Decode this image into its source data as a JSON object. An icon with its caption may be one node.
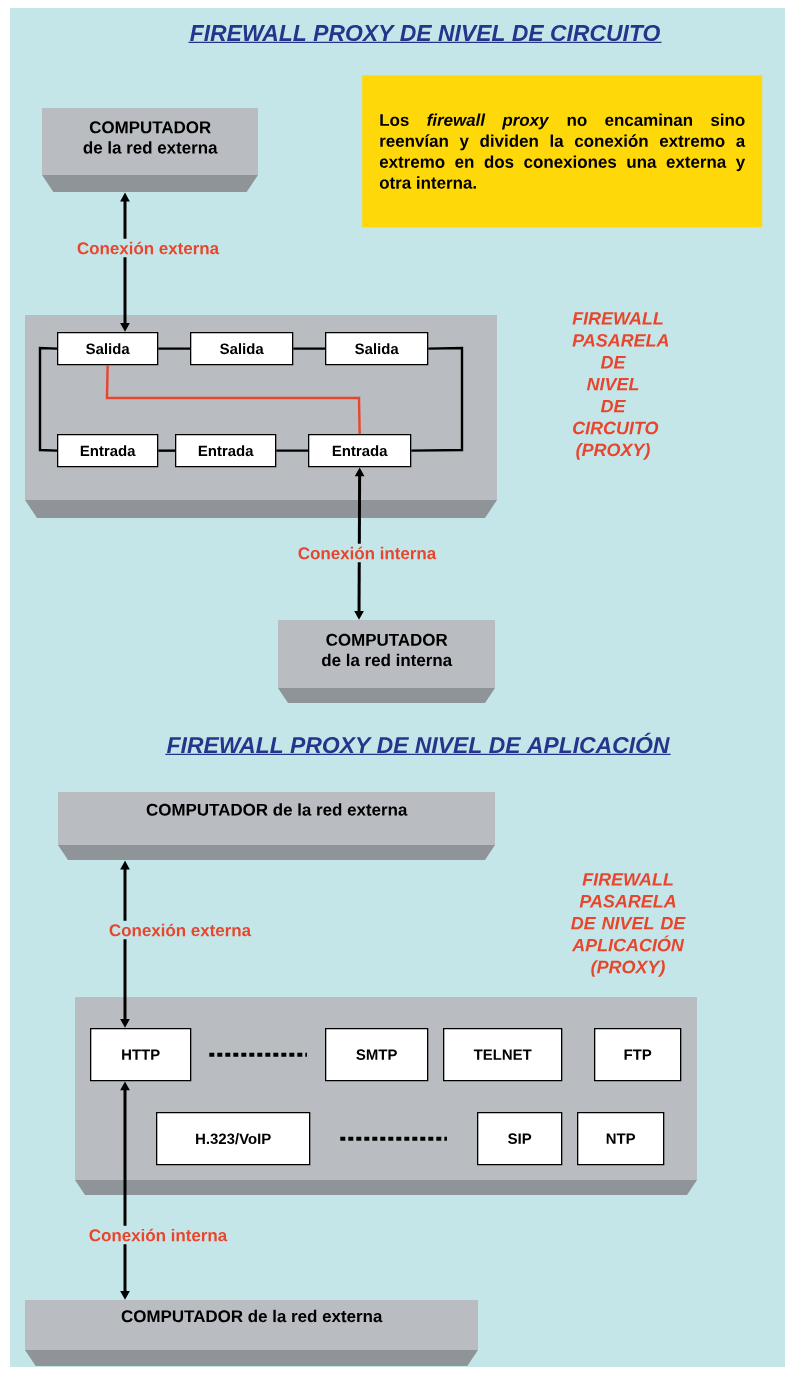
{
  "diagram": {
    "title": "FIREWALL PROXY DE NIVEL DE CIRCUITO",
    "nodes": [
      {
        "text": [
          "COMPUTADOR de la red externa"
        ]
      },
      {
        "text": [
          "Los *firewall proxy* no encaminan sino reenvían y dividen la conexión extremo a extremo en dos conexiones una externa y otra interna."
        ]
      },
      {
        "text": [],
        "shape": "box"
      },
      {
        "text": [
          "Salida"
        ],
        "in": 2
      },
      {
        "text": [
          "Salida"
        ],
        "in": 2
      },
      {
        "text": [
          "Salida"
        ],
        "in": 2
      },
      {
        "text": [
          "Entrada"
        ],
        "in": 2
      },
      {
        "text": [
          "Entrada"
        ],
        "in": 2
      },
      {
        "text": [
          "Entrada"
        ],
        "in": 2
      },
      {
        "text": [
          "COMPUTADOR de la red interna"
        ]
      },
      {
        "text": [
          "COMPUTADOR de la red externa"
        ]
      },
      {
        "text": [],
        "shape": "box"
      },
      {
        "text": [
          "HTTP"
        ],
        "in": 11
      },
      {
        "text": [
          "SMTP"
        ],
        "in": 11
      },
      {
        "text": [
          "TELNET"
        ],
        "in": 11
      },
      {
        "text": [
          "FTP"
        ],
        "in": 11
      },
      {
        "text": [
          "H.323/VoIP"
        ],
        "in": 11
      },
      {
        "text": [
          "SIP"
        ],
        "in": 11
      },
      {
        "text": [
          "NTP"
        ],
        "in": 11
      },
      {
        "text": [
          "COMPUTADOR de la red externa"
        ]
      }
    ],
    "edges": [
      {
        "from": 3,
        "to": 0,
        "arrow": "both",
        "label": "Conexión externa"
      },
      {
        "from": 3,
        "to": 4,
        "arrow": "none"
      },
      {
        "from": 4,
        "to": 5,
        "arrow": "none"
      },
      {
        "from": 5,
        "to": 8,
        "arrow": "none"
      },
      {
        "from": 3,
        "to": 6,
        "arrow": "none"
      },
      {
        "from": 6,
        "to": 7,
        "arrow": "none"
      },
      {
        "from": 7,
        "to": 8,
        "arrow": "none"
      },
      {
        "from": 3,
        "to": 8,
        "arrow": "none",
        "color": "#e8452c"
      },
      {
        "from": 8,
        "to": 9,
        "arrow": "both",
        "label": "Conexión interna"
      },
      {
        "from": 12,
        "to": 10,
        "arrow": "both",
        "label": "Conexión externa"
      },
      {
        "from": 12,
        "to": 13,
        "arrow": "none",
        "style": "dashed"
      },
      {
        "from": 16,
        "to": 17,
        "arrow": "none",
        "style": "dashed"
      },
      {
        "from": 12,
        "to": 19,
        "arrow": "both",
        "label": "Conexión interna"
      }
    ],
    "labels": [
      "FIREWALL PASARELA DE NIVEL DE CIRCUITO (PROXY)",
      "FIREWALL PROXY DE NIVEL DE APLICACIÓN",
      "FIREWALL PASARELA DE NIVEL DE APLICACIÓN (PROXY)"
    ]
  }
}
